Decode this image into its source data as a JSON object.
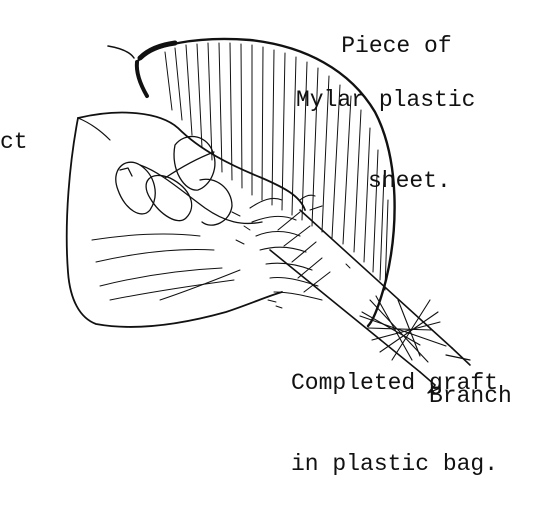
{
  "labels": {
    "mylar": [
      "Piece of",
      "Mylar plastic",
      "sheet."
    ],
    "fragment": "ct",
    "graft": [
      "Completed graft",
      "in plastic bag."
    ],
    "branch": "Branch"
  },
  "colors": {
    "ink": "#111111",
    "background": "#ffffff"
  }
}
